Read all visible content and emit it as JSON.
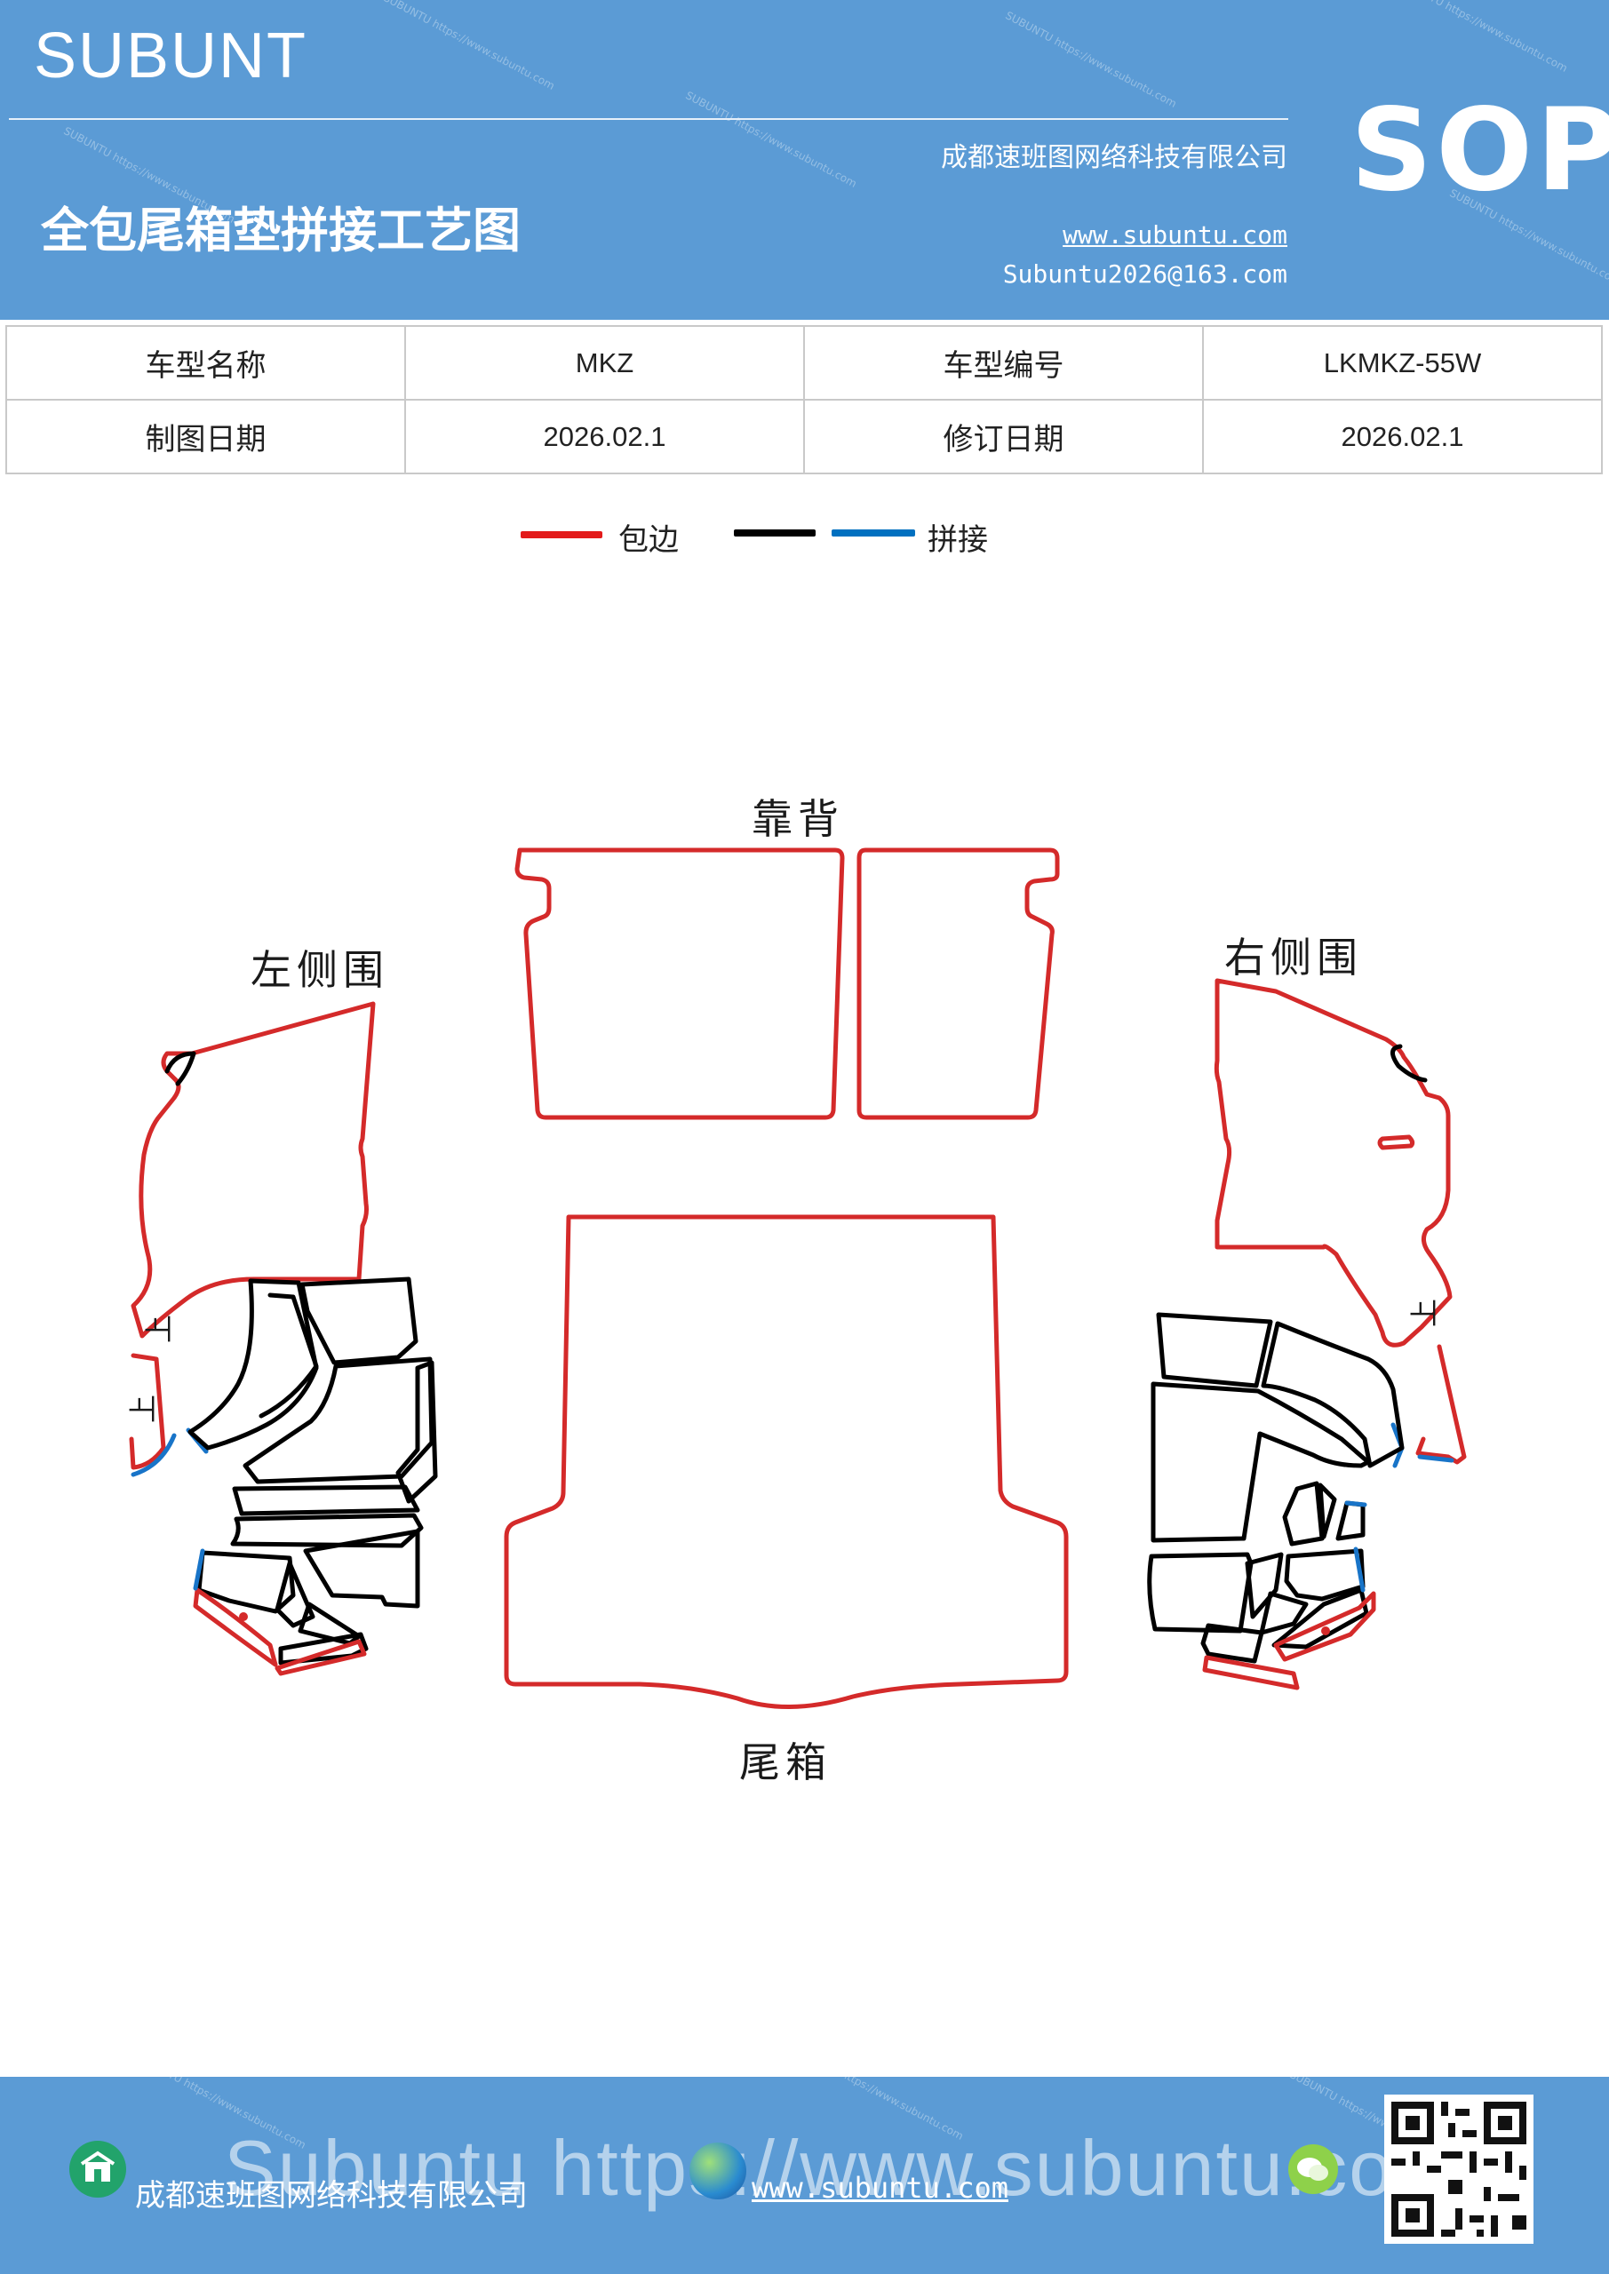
{
  "header": {
    "brand": "SUBUNT",
    "title": "全包尾箱垫拼接工艺图",
    "company": "成都速班图网络科技有限公司",
    "website": "www.subuntu.com",
    "email": "Subuntu2026@163.com",
    "badge": "SOP",
    "watermark": "SUBUNTU https://www.subuntu.com"
  },
  "info_table": {
    "rows": [
      [
        "车型名称",
        "MKZ",
        "车型编号",
        "LKMKZ-55W"
      ],
      [
        "制图日期",
        "2026.02.1",
        "修订日期",
        "2026.02.1"
      ]
    ]
  },
  "legend": {
    "items": [
      {
        "label": "包边",
        "color": "#e31b1b"
      },
      {
        "label": "",
        "color": "#000000"
      },
      {
        "label": "拼接",
        "color": "#0070c0"
      }
    ]
  },
  "diagram": {
    "labels": {
      "backrest": "靠背",
      "left_side": "左侧围",
      "right_side": "右侧围",
      "trunk": "尾箱",
      "top_mark": "上"
    },
    "colors": {
      "edge": "#d42a2a",
      "seam": "#000000",
      "splice": "#1874c8"
    }
  },
  "footer": {
    "company": "成都速班图网络科技有限公司",
    "website": "www.subuntu.com",
    "banner": "Subuntu https://www.subuntu.com"
  }
}
